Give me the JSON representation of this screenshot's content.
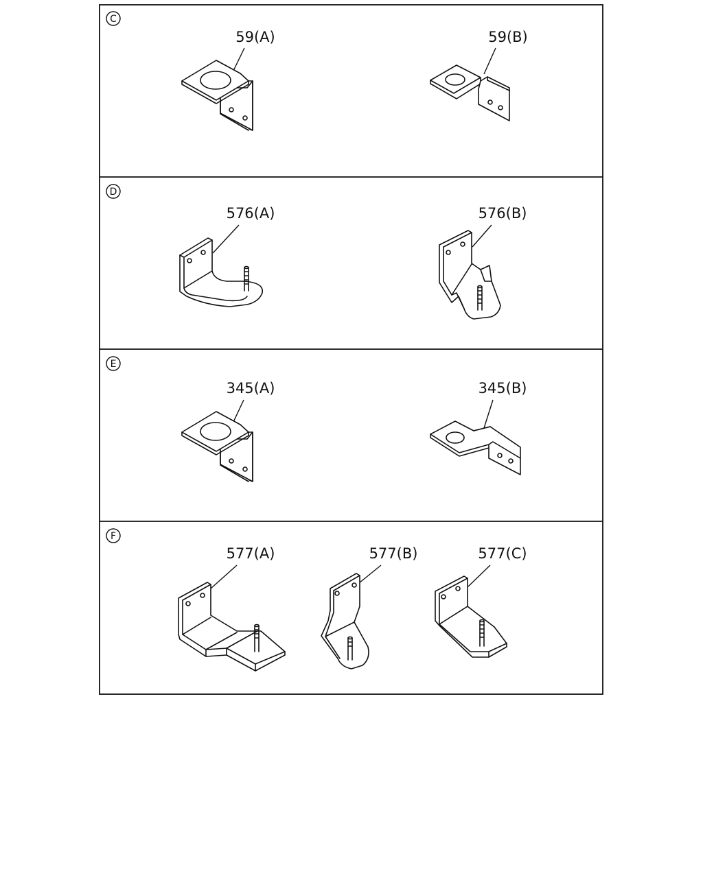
{
  "sections": [
    {
      "id": "C",
      "parts": [
        "59(A)",
        "59(B)"
      ]
    },
    {
      "id": "D",
      "parts": [
        "576(A)",
        "576(B)"
      ]
    },
    {
      "id": "E",
      "parts": [
        "345(A)",
        "345(B)"
      ]
    },
    {
      "id": "F",
      "parts": [
        "577(A)",
        "577(B)",
        "577(C)"
      ]
    }
  ]
}
